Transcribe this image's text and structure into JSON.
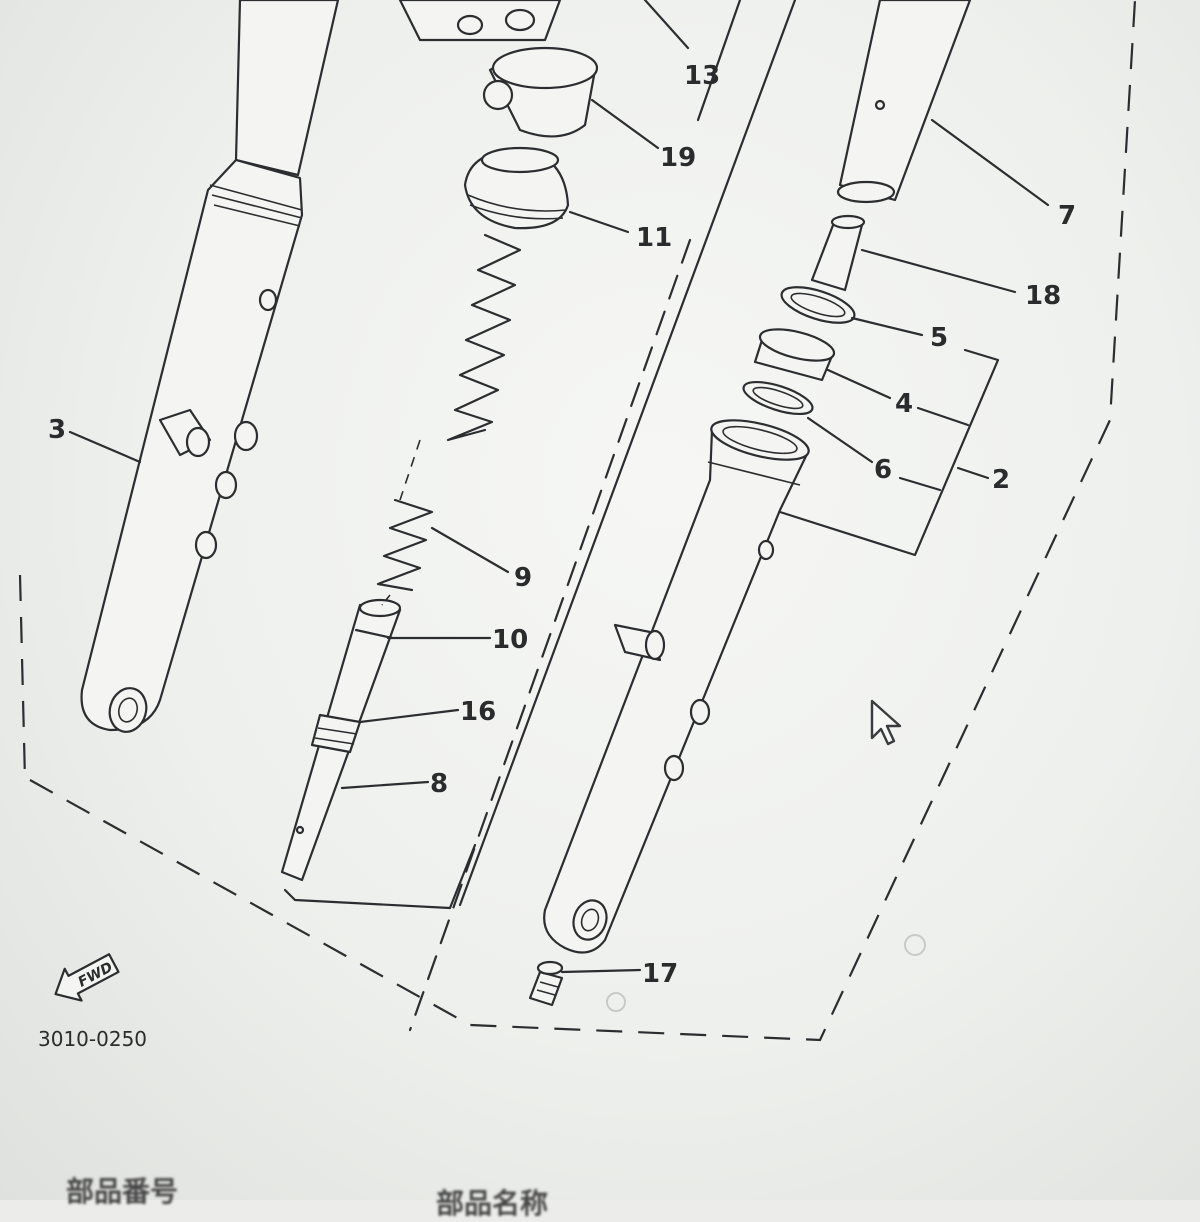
{
  "diagram": {
    "callouts": {
      "p13": "13",
      "p19": "19",
      "p11": "11",
      "p7": "7",
      "p18": "18",
      "p5": "5",
      "p4": "4",
      "p6": "6",
      "p2": "2",
      "p3": "3",
      "p9": "9",
      "p10": "10",
      "p16": "16",
      "p8": "8",
      "p17": "17"
    },
    "direction_label": "FWD",
    "drawing_code": "3010-0250"
  },
  "footer": {
    "part_number_heading": "部品番号",
    "part_name_heading": "部品名称"
  },
  "icons": [
    "mouse-pointer-icon",
    "fwd-arrow-icon"
  ]
}
